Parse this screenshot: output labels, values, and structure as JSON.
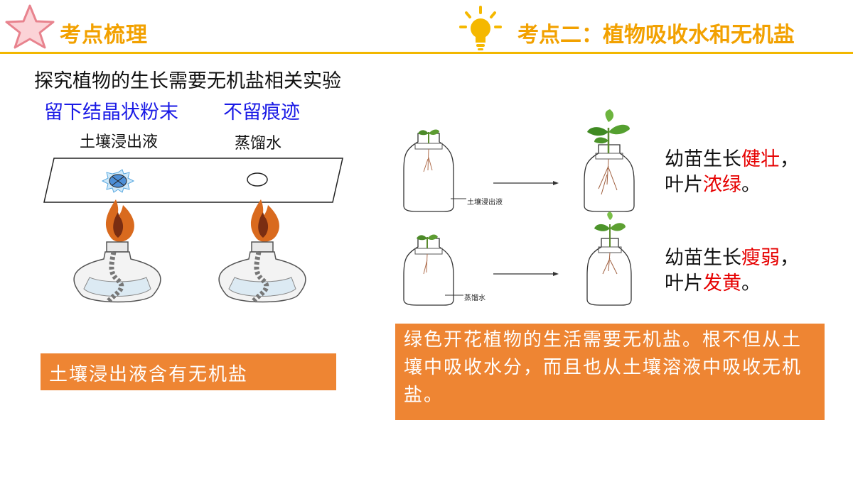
{
  "header": {
    "section_label": "考点梳理",
    "topic_title": "考点二：植物吸收水和无机盐"
  },
  "experiment": {
    "title": "探究植物的生长需要无机盐相关实验",
    "left_result": "留下结晶状粉末",
    "right_result": "不留痕迹",
    "left_label": "土壤浸出液",
    "right_label": "蒸馏水",
    "conclusion": "土壤浸出液含有无机盐"
  },
  "seedlings": {
    "jar_label_top": "土壤浸出液",
    "jar_label_bottom": "蒸馏水",
    "result_top": {
      "prefix": "幼苗生长",
      "highlight": "健壮",
      "suffix": "，",
      "line2_prefix": "叶片",
      "line2_highlight": "浓绿",
      "line2_suffix": "。"
    },
    "result_bottom": {
      "prefix": "幼苗生长",
      "highlight": "瘦弱",
      "suffix": "，",
      "line2_prefix": "叶片",
      "line2_highlight": "发黄",
      "line2_suffix": "。"
    }
  },
  "summary": {
    "text": "绿色开花植物的生活需要无机盐。根不但从土壤中吸收水分，而且也从土壤溶液中吸收无机盐。"
  },
  "colors": {
    "accent": "#F2A100",
    "box": "#EE8533",
    "highlight": "#E60000",
    "blue_text": "#1A1AE6"
  }
}
